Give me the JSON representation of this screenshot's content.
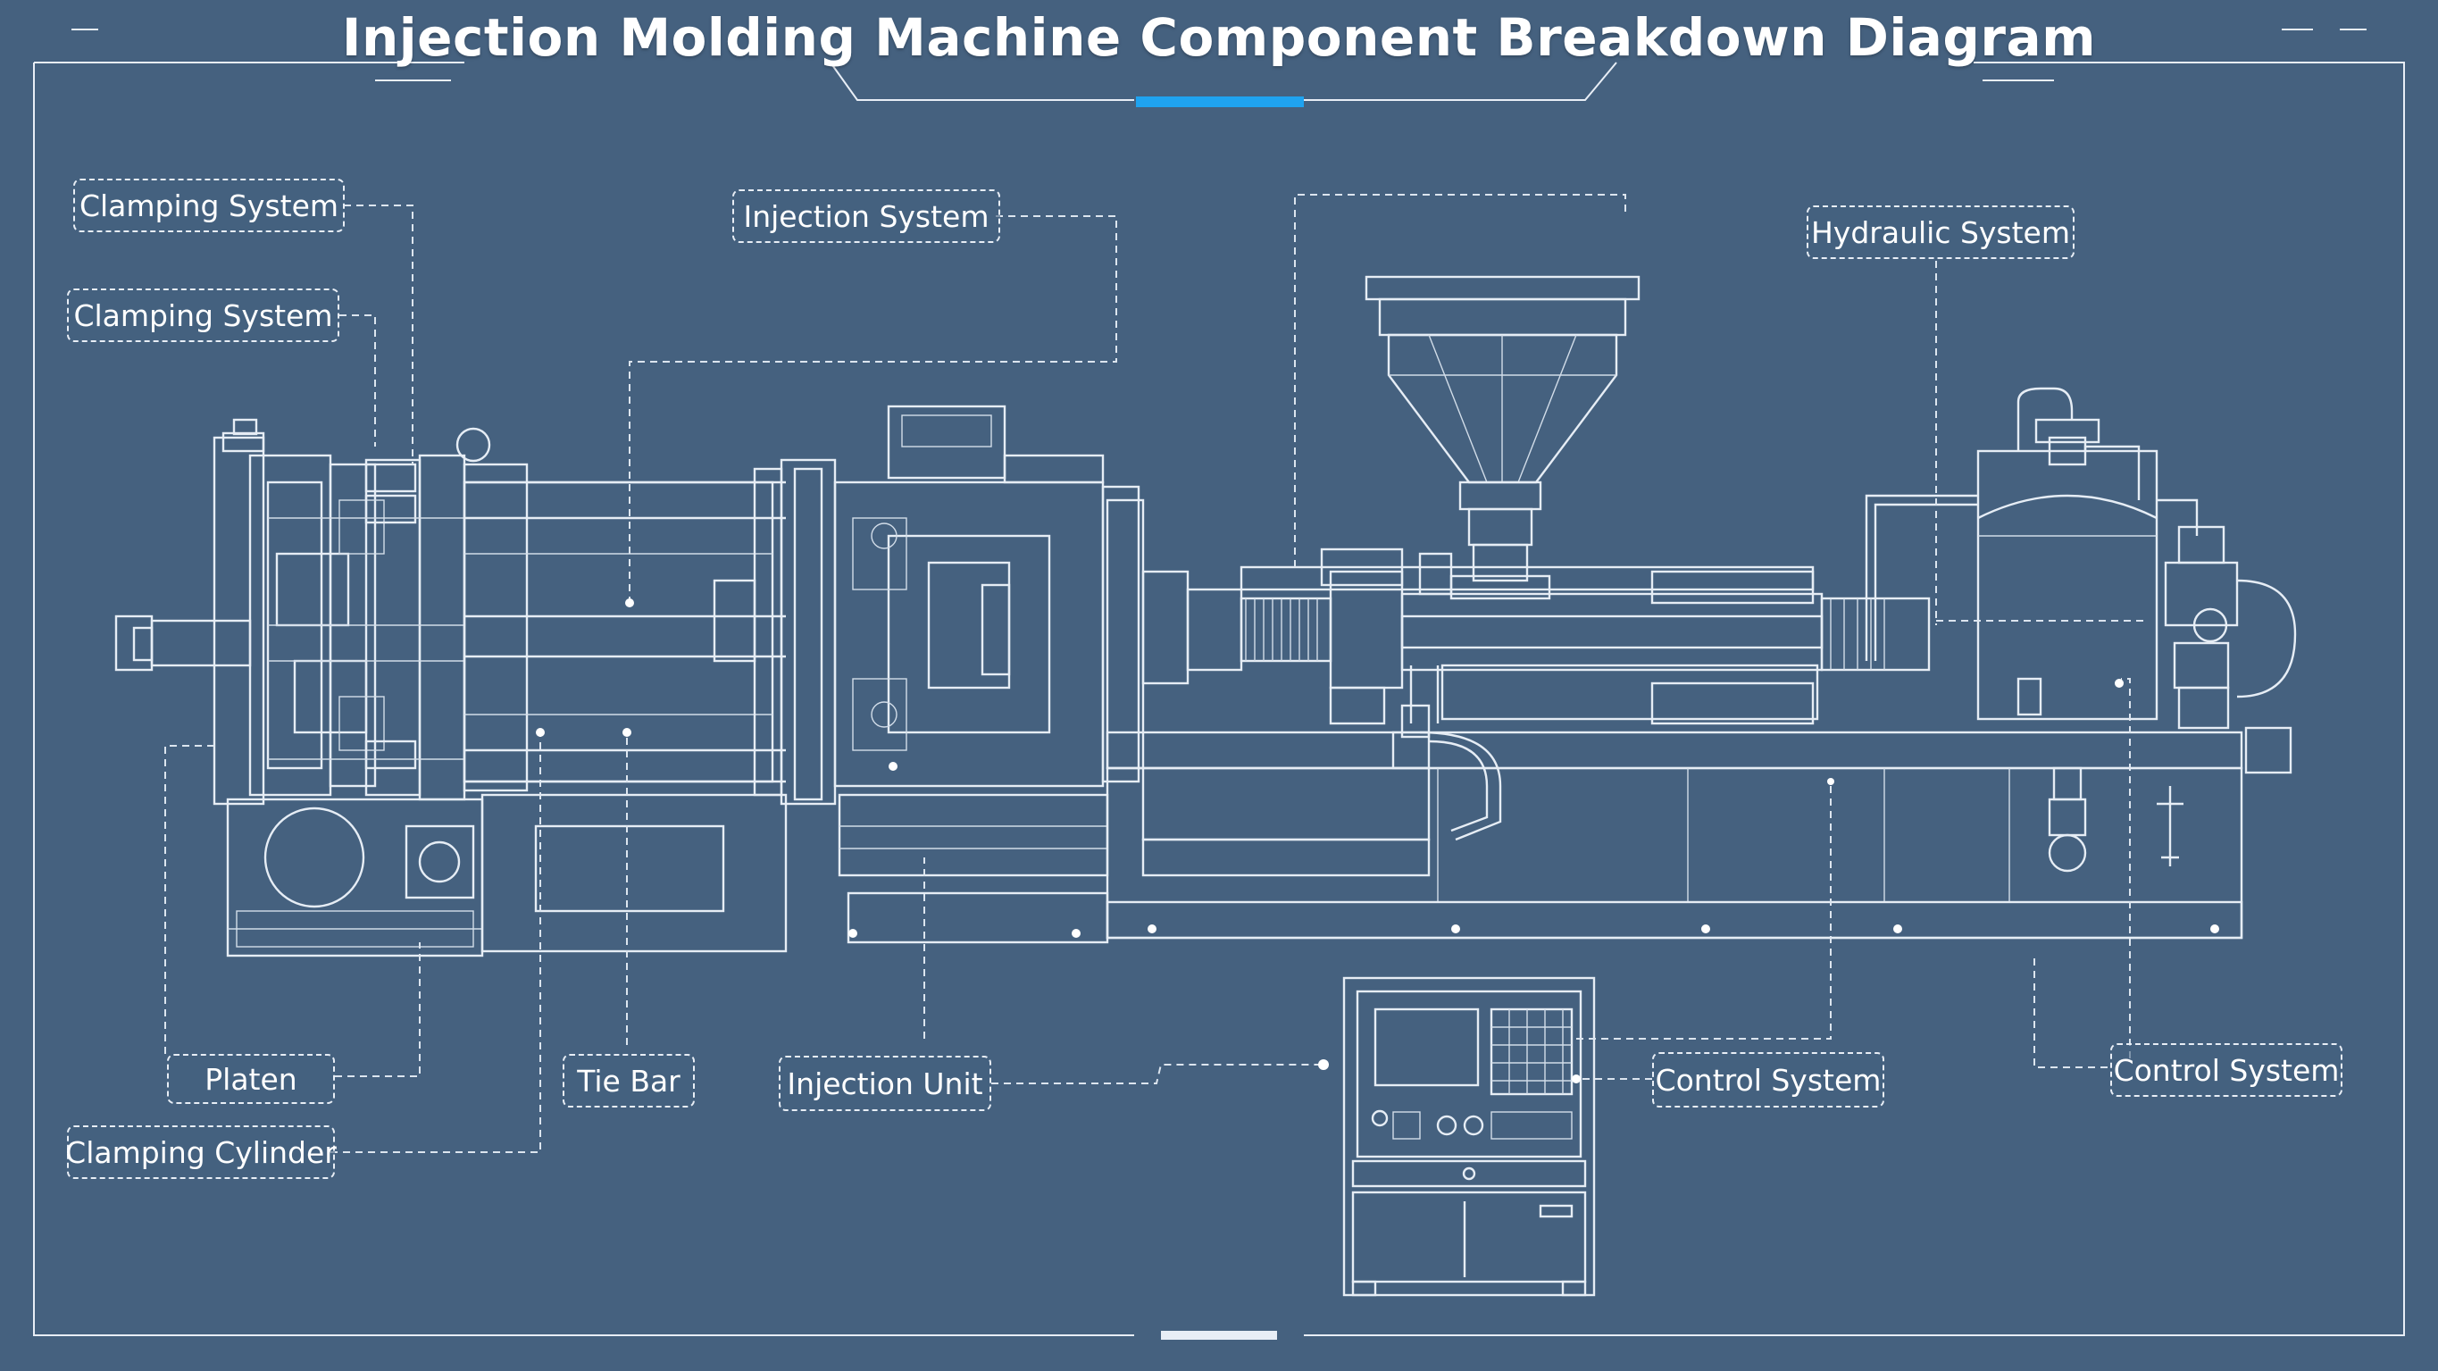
{
  "diagram": {
    "title": "Injection Molding Machine Component Breakdown Diagram",
    "colors": {
      "background": "#45617f",
      "lines": "#e8eef6",
      "accent": "#1fa3f0"
    },
    "labels": {
      "clamping_system_1": "Clamping System",
      "clamping_system_2": "Clamping System",
      "injection_system": "Injection System",
      "hydraulic_system": "Hydraulic System",
      "platen": "Platen",
      "clamping_cylinder": "Clamping Cylinder",
      "tie_bar": "Tie Bar",
      "injection_unit": "Injection Unit",
      "control_system_1": "Control System",
      "control_system_2": "Control System"
    }
  }
}
